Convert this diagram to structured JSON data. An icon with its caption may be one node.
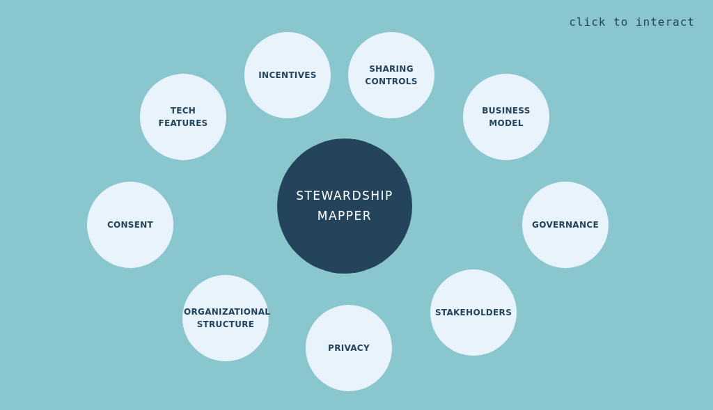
{
  "diagram": {
    "nodes": [
      {
        "text": [
          "STEWARDSHIP MAPPER"
        ]
      },
      {
        "text": [
          "INCENTIVES"
        ]
      },
      {
        "text": [
          "SHARING CONTROLS"
        ]
      },
      {
        "text": [
          "TECH FEATURES"
        ]
      },
      {
        "text": [
          "BUSINESS MODEL"
        ]
      },
      {
        "text": [
          "CONSENT"
        ]
      },
      {
        "text": [
          "GOVERNANCE"
        ]
      },
      {
        "text": [
          "STAKEHOLDERS"
        ]
      },
      {
        "text": [
          "ORGANIZATIONAL STRUCTURE"
        ]
      },
      {
        "text": [
          "PRIVACY"
        ]
      }
    ],
    "labels": [
      "click to interact"
    ]
  }
}
